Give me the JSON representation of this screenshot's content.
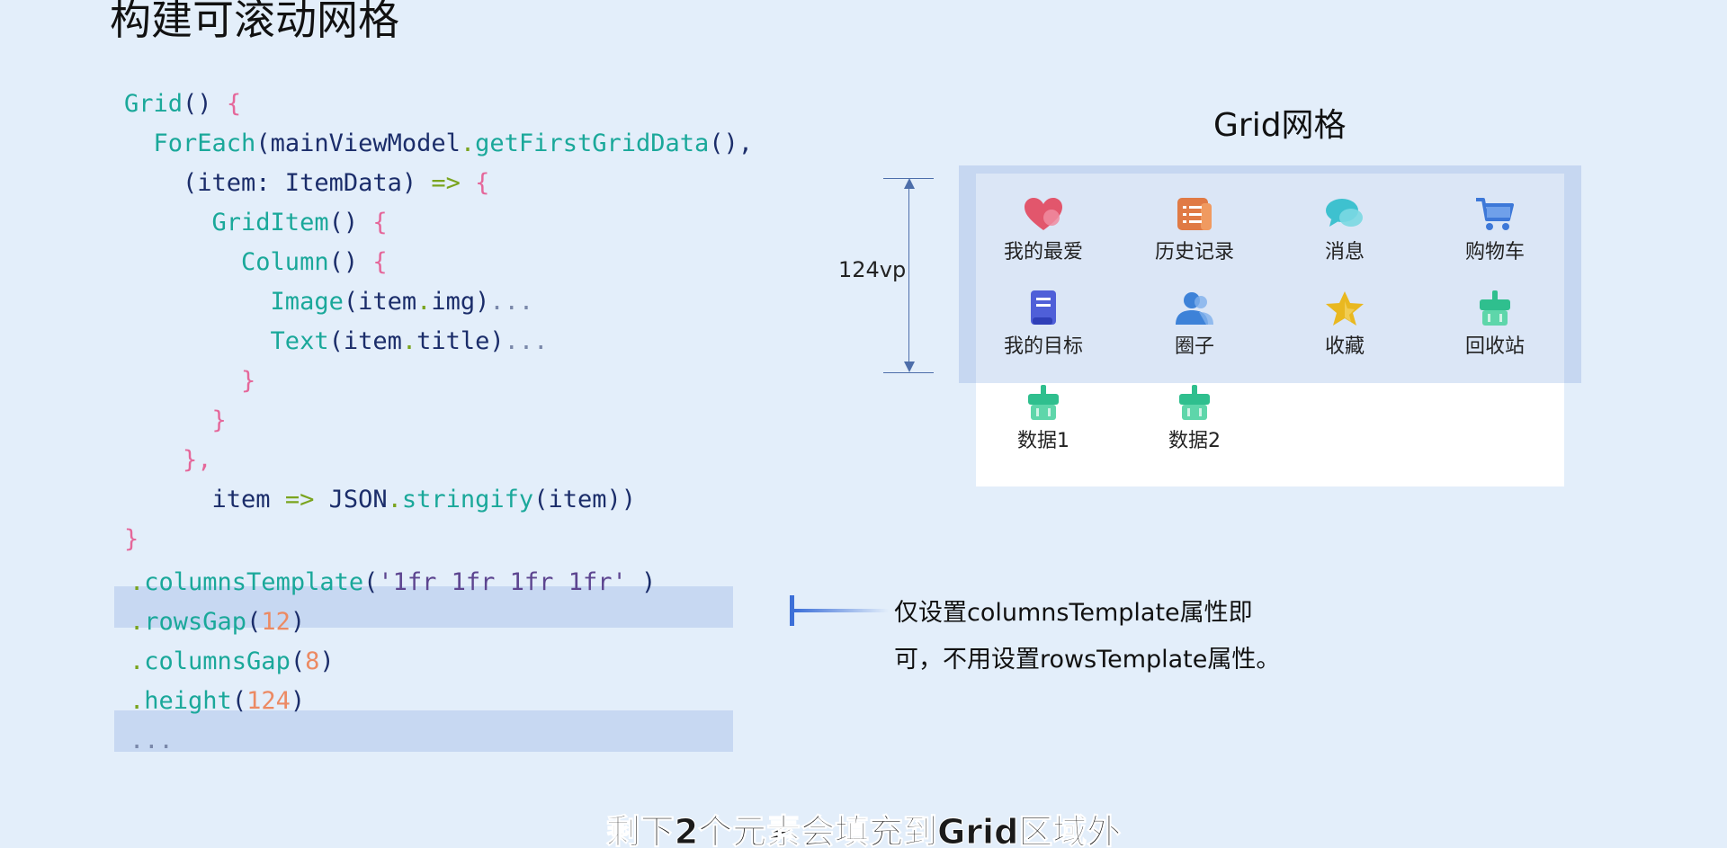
{
  "slide": {
    "title": "构建可滚动网格",
    "subtitle": "剩下2个元素会填充到Grid区域外"
  },
  "code": {
    "lines": [
      [
        {
          "t": "Grid",
          "c": "fn"
        },
        {
          "t": "() ",
          "c": "id"
        },
        {
          "t": "{",
          "c": "br"
        }
      ],
      [
        {
          "t": "  ForEach",
          "c": "fn"
        },
        {
          "t": "(mainViewModel",
          "c": "id"
        },
        {
          "t": ".",
          "c": "op"
        },
        {
          "t": "getFirstGridData",
          "c": "fn"
        },
        {
          "t": "(),",
          "c": "id"
        }
      ],
      [
        {
          "t": "    (item: ItemData) ",
          "c": "id"
        },
        {
          "t": "=> ",
          "c": "op"
        },
        {
          "t": "{",
          "c": "br"
        }
      ],
      [
        {
          "t": "      GridItem",
          "c": "fn"
        },
        {
          "t": "() ",
          "c": "id"
        },
        {
          "t": "{",
          "c": "br"
        }
      ],
      [
        {
          "t": "        Column",
          "c": "fn"
        },
        {
          "t": "() ",
          "c": "id"
        },
        {
          "t": "{",
          "c": "br"
        }
      ],
      [
        {
          "t": "          Image",
          "c": "fn"
        },
        {
          "t": "(item",
          "c": "id"
        },
        {
          "t": ".",
          "c": "op"
        },
        {
          "t": "img)",
          "c": "id"
        },
        {
          "t": "...",
          "c": "dots"
        }
      ],
      [
        {
          "t": "          Text",
          "c": "fn"
        },
        {
          "t": "(item",
          "c": "id"
        },
        {
          "t": ".",
          "c": "op"
        },
        {
          "t": "title)",
          "c": "id"
        },
        {
          "t": "...",
          "c": "dots"
        }
      ],
      [
        {
          "t": "        }",
          "c": "br"
        }
      ],
      [
        {
          "t": "      }",
          "c": "br"
        }
      ],
      [
        {
          "t": "    },",
          "c": "br"
        }
      ],
      [
        {
          "t": "      item ",
          "c": "id"
        },
        {
          "t": "=> ",
          "c": "op"
        },
        {
          "t": "JSON",
          "c": "id"
        },
        {
          "t": ".",
          "c": "op"
        },
        {
          "t": "stringify",
          "c": "fn"
        },
        {
          "t": "(item))",
          "c": "id"
        }
      ],
      [
        {
          "t": "}",
          "c": "br"
        }
      ],
      [
        {
          "t": ".",
          "c": "op"
        },
        {
          "t": "columnsTemplate",
          "c": "fn"
        },
        {
          "t": "(",
          "c": "id"
        },
        {
          "t": "'1fr 1fr 1fr 1fr' ",
          "c": "str"
        },
        {
          "t": ")",
          "c": "id"
        }
      ],
      [
        {
          "t": ".",
          "c": "op"
        },
        {
          "t": "rowsGap",
          "c": "fn"
        },
        {
          "t": "(",
          "c": "id"
        },
        {
          "t": "12",
          "c": "num"
        },
        {
          "t": ")",
          "c": "id"
        }
      ],
      [
        {
          "t": ".",
          "c": "op"
        },
        {
          "t": "columnsGap",
          "c": "fn"
        },
        {
          "t": "(",
          "c": "id"
        },
        {
          "t": "8",
          "c": "num"
        },
        {
          "t": ")",
          "c": "id"
        }
      ],
      [
        {
          "t": ".",
          "c": "op"
        },
        {
          "t": "height",
          "c": "fn"
        },
        {
          "t": "(",
          "c": "id"
        },
        {
          "t": "124",
          "c": "num"
        },
        {
          "t": ")",
          "c": "id"
        }
      ],
      [
        {
          "t": "...",
          "c": "dots"
        }
      ]
    ]
  },
  "grid": {
    "title": "Grid网格",
    "height_label": "124vp",
    "items": [
      {
        "label": "我的最爱",
        "icon": "heart-icon"
      },
      {
        "label": "历史记录",
        "icon": "history-icon"
      },
      {
        "label": "消息",
        "icon": "message-icon"
      },
      {
        "label": "购物车",
        "icon": "cart-icon"
      },
      {
        "label": "我的目标",
        "icon": "goal-icon"
      },
      {
        "label": "圈子",
        "icon": "circle-people-icon"
      },
      {
        "label": "收藏",
        "icon": "star-icon"
      },
      {
        "label": "回收站",
        "icon": "recycle-bin-icon"
      },
      {
        "label": "数据1",
        "icon": "data-broom-icon"
      },
      {
        "label": "数据2",
        "icon": "data-broom-icon"
      }
    ]
  },
  "note": {
    "line1": "仅设置columnsTemplate属性即",
    "line2": "可，不用设置rowsTemplate属性。"
  },
  "colors": {
    "background": "#e3eefa",
    "highlight": "#c7d8f2",
    "function": "#1aa89a",
    "identifier": "#1b2d6a",
    "brace": "#e5679a",
    "number": "#ec8a63"
  }
}
